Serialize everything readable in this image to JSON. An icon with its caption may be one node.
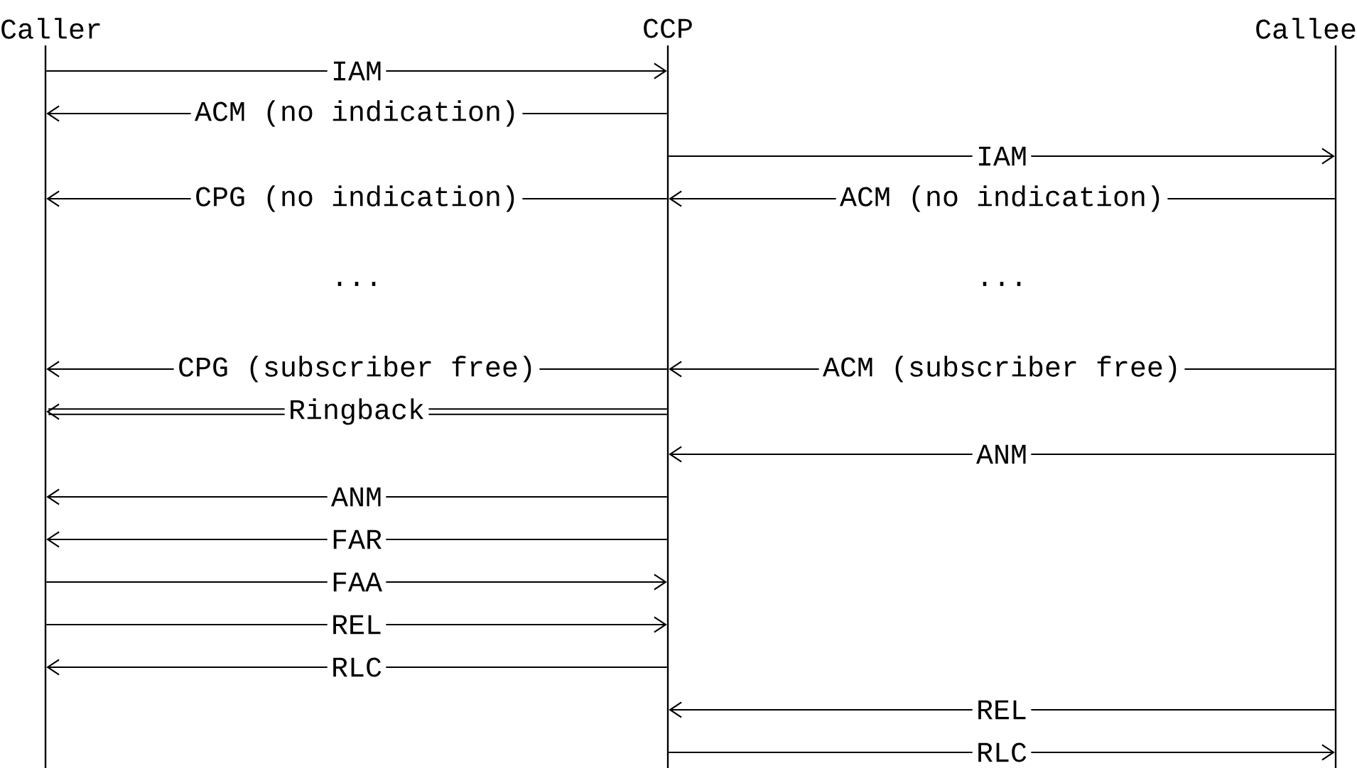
{
  "diagram": {
    "nodes": [
      {
        "text": [
          "Caller"
        ]
      },
      {
        "text": [
          "CCP"
        ]
      },
      {
        "text": [
          "Callee"
        ]
      }
    ],
    "edges": [
      {
        "from": 0,
        "to": 1,
        "arrow": "to",
        "label": "IAM"
      },
      {
        "from": 1,
        "to": 0,
        "arrow": "to",
        "label": "ACM (no indication)"
      },
      {
        "from": 1,
        "to": 2,
        "arrow": "to",
        "label": "IAM"
      },
      {
        "from": 1,
        "to": 0,
        "arrow": "to",
        "label": "CPG (no indication)"
      },
      {
        "from": 2,
        "to": 1,
        "arrow": "to",
        "label": "ACM (no indication)"
      },
      {
        "from": 1,
        "to": 0,
        "arrow": "to",
        "label": "CPG (subscriber free)"
      },
      {
        "from": 2,
        "to": 1,
        "arrow": "to",
        "label": "ACM (subscriber free)"
      },
      {
        "from": 1,
        "to": 0,
        "arrow": "to",
        "label": "Ringback",
        "style": "thick"
      },
      {
        "from": 2,
        "to": 1,
        "arrow": "to",
        "label": "ANM"
      },
      {
        "from": 1,
        "to": 0,
        "arrow": "to",
        "label": "ANM"
      },
      {
        "from": 1,
        "to": 0,
        "arrow": "to",
        "label": "FAR"
      },
      {
        "from": 0,
        "to": 1,
        "arrow": "to",
        "label": "FAA"
      },
      {
        "from": 0,
        "to": 1,
        "arrow": "to",
        "label": "REL"
      },
      {
        "from": 1,
        "to": 0,
        "arrow": "to",
        "label": "RLC"
      },
      {
        "from": 2,
        "to": 1,
        "arrow": "to",
        "label": "REL"
      },
      {
        "from": 1,
        "to": 2,
        "arrow": "to",
        "label": "RLC"
      }
    ],
    "labels": [
      "...",
      "..."
    ]
  }
}
